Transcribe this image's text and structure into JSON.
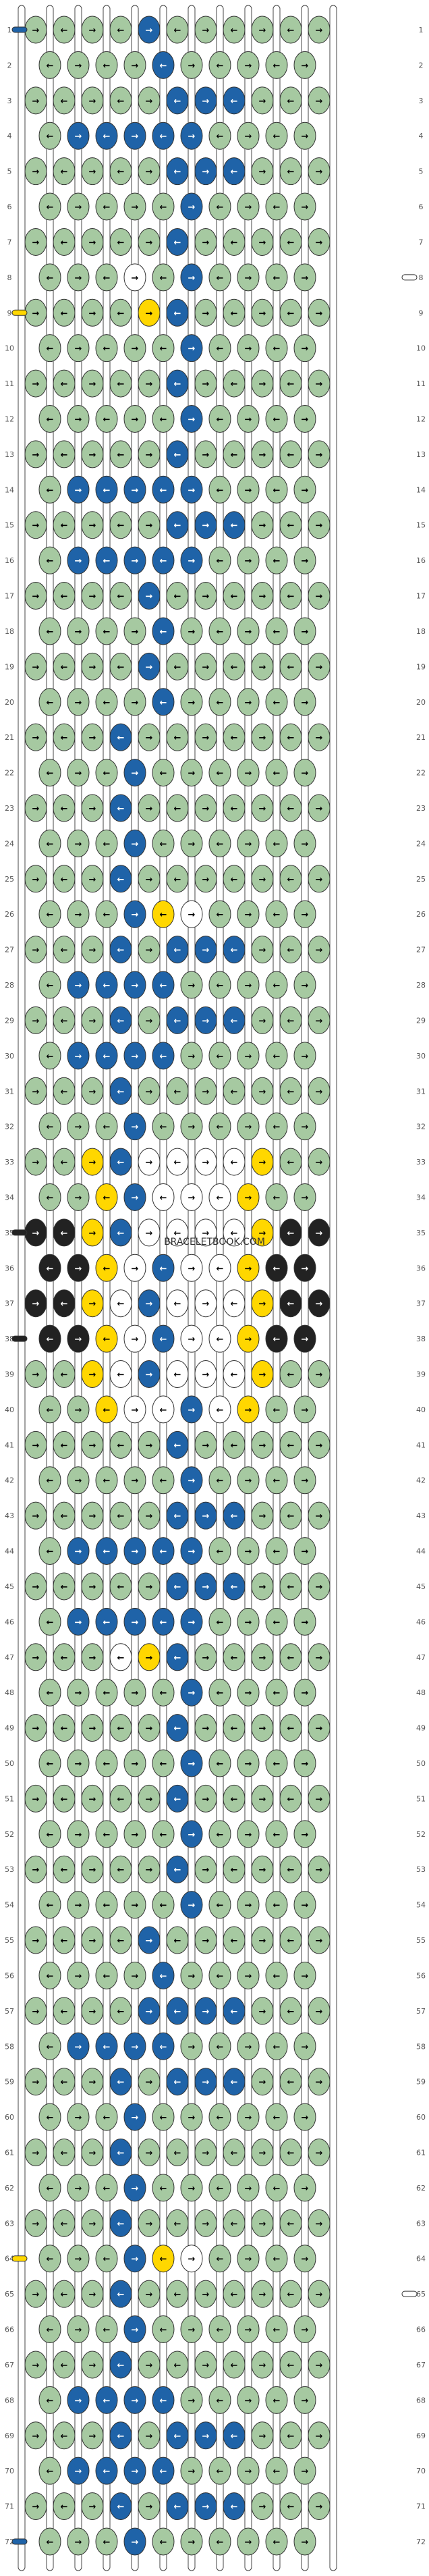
{
  "watermark": "BRACELETBOOK.COM",
  "row_count": 72,
  "strings_per_side": 12,
  "colors": {
    "background_knot": "#a6c9a1",
    "blue": "#1f63a8",
    "white": "#ffffff",
    "yellow": "#ffd700",
    "black": "#222222",
    "string_outline": "#444444"
  },
  "left_thread_markers": [
    {
      "row": 1,
      "color": "blue"
    },
    {
      "row": 9,
      "color": "yellow"
    },
    {
      "row": 35,
      "color": "black"
    },
    {
      "row": 38,
      "color": "black"
    },
    {
      "row": 64,
      "color": "yellow"
    },
    {
      "row": 72,
      "color": "blue"
    }
  ],
  "right_thread_markers": [
    {
      "row": 8,
      "color": "white"
    },
    {
      "row": 65,
      "color": "white"
    }
  ]
}
